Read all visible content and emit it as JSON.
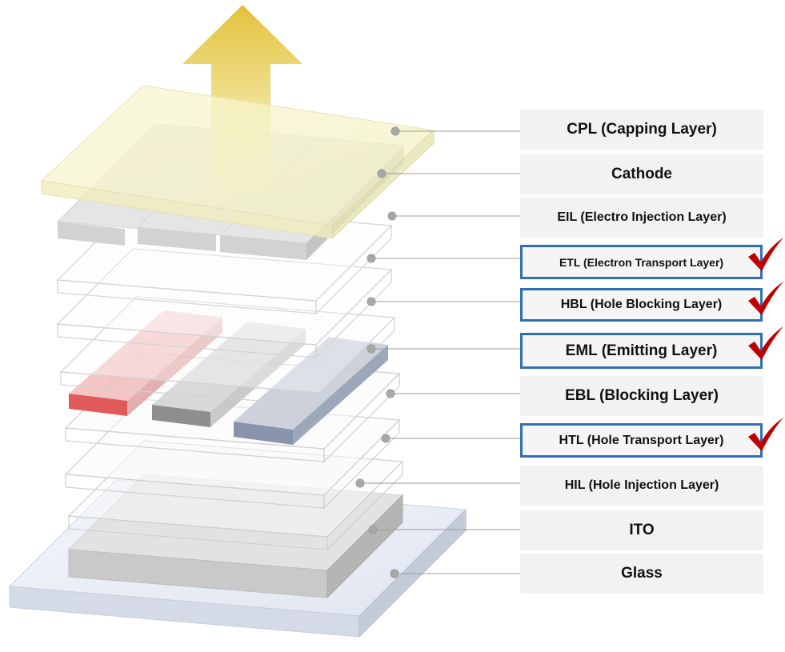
{
  "layers": [
    {
      "id": "cpl",
      "label": "CPL (Capping Layer)",
      "highlighted": false
    },
    {
      "id": "cathode",
      "label": "Cathode",
      "highlighted": false
    },
    {
      "id": "eil",
      "label": "EIL (Electro Injection Layer)",
      "highlighted": false
    },
    {
      "id": "etl",
      "label": "ETL (Electron Transport Layer)",
      "highlighted": true
    },
    {
      "id": "hbl",
      "label": "HBL (Hole Blocking Layer)",
      "highlighted": true
    },
    {
      "id": "eml",
      "label": "EML (Emitting Layer)",
      "highlighted": true
    },
    {
      "id": "ebl",
      "label": "EBL (Blocking Layer)",
      "highlighted": false
    },
    {
      "id": "htl",
      "label": "HTL (Hole Transport Layer)",
      "highlighted": true
    },
    {
      "id": "hil",
      "label": "HIL (Hole Injection Layer)",
      "highlighted": false
    },
    {
      "id": "ito",
      "label": "ITO",
      "highlighted": false
    },
    {
      "id": "glass",
      "label": "Glass",
      "highlighted": false
    }
  ],
  "colors": {
    "highlight_border": "#2e6fb5",
    "check_mark": "#c00000",
    "arrow": "#e8c94a",
    "eml_red": "#e06060",
    "eml_gray": "#8f8f8f",
    "eml_blue": "#8a96ad",
    "capping": "#f7f3c4"
  },
  "icons": {
    "emission": "up-arrow-icon",
    "check": "check-mark-icon"
  }
}
